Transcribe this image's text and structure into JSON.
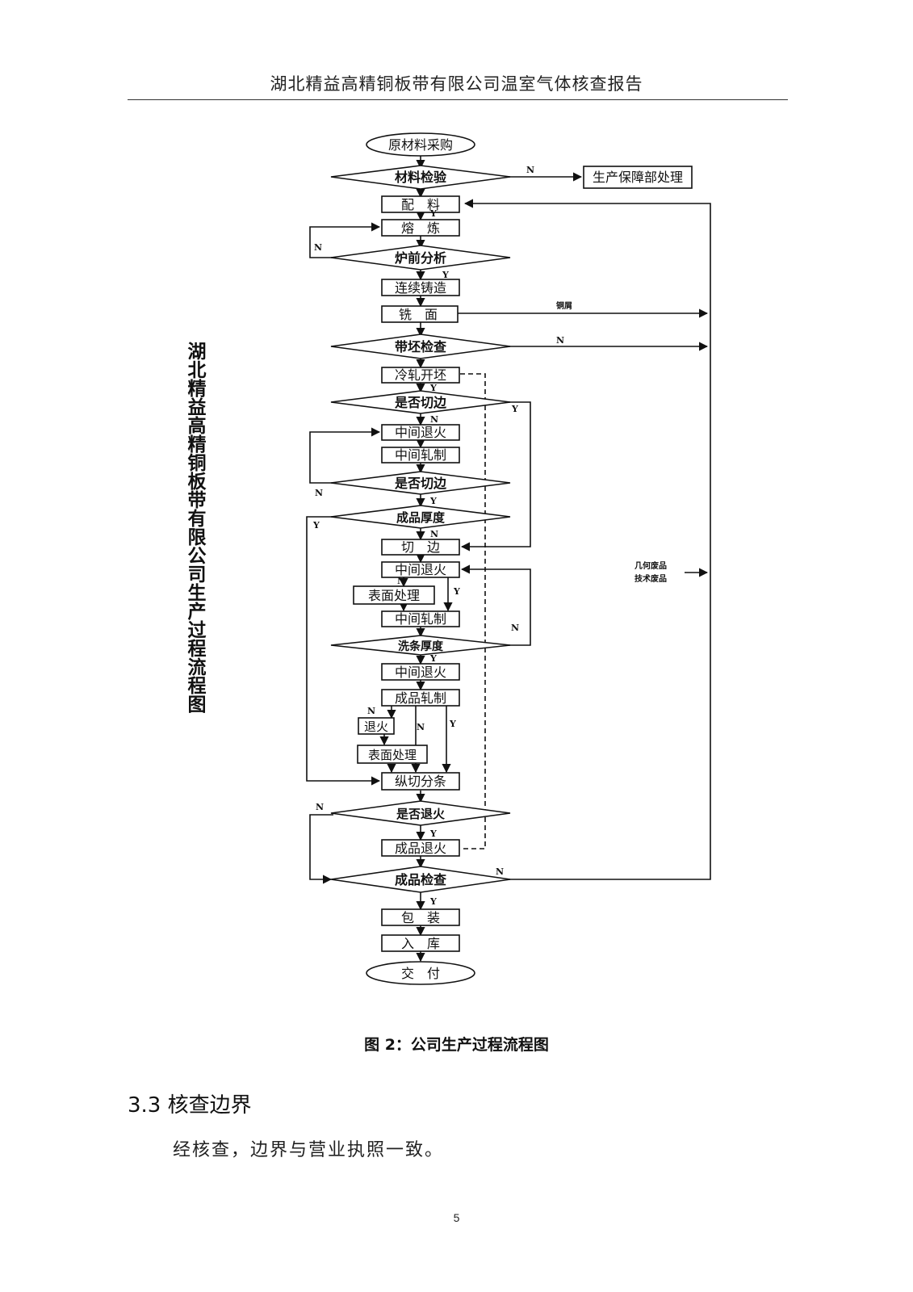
{
  "header": {
    "title": "湖北精益高精铜板带有限公司温室气体核查报告"
  },
  "vertical_title": "湖北精益高精铜板带有限公司生产过程流程图",
  "flowchart": {
    "nodes": {
      "purchase": "原材料采购",
      "material_check": "材料检验",
      "production_support": "生产保障部处理",
      "batching": "配　料",
      "smelting": "熔　炼",
      "furnace_analysis": "炉前分析",
      "continuous_casting": "连续铸造",
      "milling": "铣　面",
      "strip_check": "带坯检查",
      "cold_roll": "冷轧开坯",
      "edge_trim_q1": "是否切边",
      "mid_anneal_1": "中间退火",
      "mid_roll_1": "中间轧制",
      "edge_trim_q2": "是否切边",
      "thickness_q": "成品厚度",
      "edge_trim": "切　边",
      "mid_anneal_2": "中间退火",
      "surface_treat_1": "表面处理",
      "mid_roll_2": "中间轧制",
      "wash_thickness_q": "洗条厚度",
      "mid_anneal_3": "中间退火",
      "final_roll": "成品轧制",
      "anneal": "退火",
      "surface_treat_2": "表面处理",
      "slitting": "纵切分条",
      "anneal_q": "是否退火",
      "final_anneal": "成品退火",
      "final_check": "成品检查",
      "packing": "包　装",
      "warehouse": "入　库",
      "delivery": "交　付"
    },
    "labels": {
      "N": "N",
      "Y": "Y",
      "copper_scrap": "铜屑",
      "geometric_waste": "几何废品",
      "technical_waste": "技术废品"
    }
  },
  "caption": "图 2：公司生产过程流程图",
  "section": {
    "heading": "3.3 核查边界",
    "body": "经核查，边界与营业执照一致。"
  },
  "page_number": "5"
}
